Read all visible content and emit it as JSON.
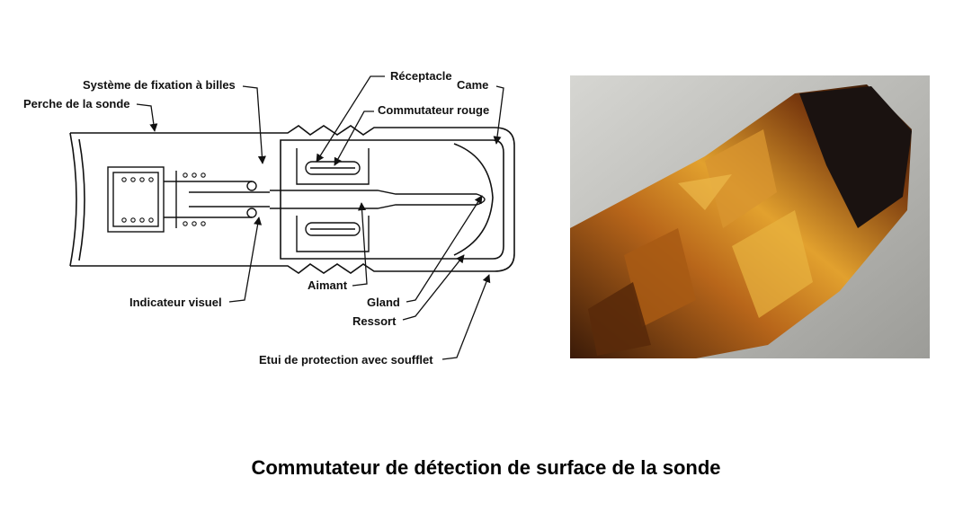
{
  "diagram": {
    "labels": {
      "fixation": "Système de fixation à billes",
      "perche": "Perche de la sonde",
      "receptacle": "Réceptacle",
      "came": "Came",
      "commutateur": "Commutateur rouge",
      "indicateur": "Indicateur visuel",
      "aimant": "Aimant",
      "gland": "Gland",
      "ressort": "Ressort",
      "etui": "Etui de protection avec soufflet"
    }
  },
  "caption": "Commutateur de détection de surface de la sonde",
  "colors": {
    "line": "#111111",
    "background": "#ffffff",
    "photo_bg": "#b8b8b4",
    "foil_dark": "#2a1406",
    "foil_amber": "#b8661a",
    "foil_gold": "#e2a12e"
  }
}
